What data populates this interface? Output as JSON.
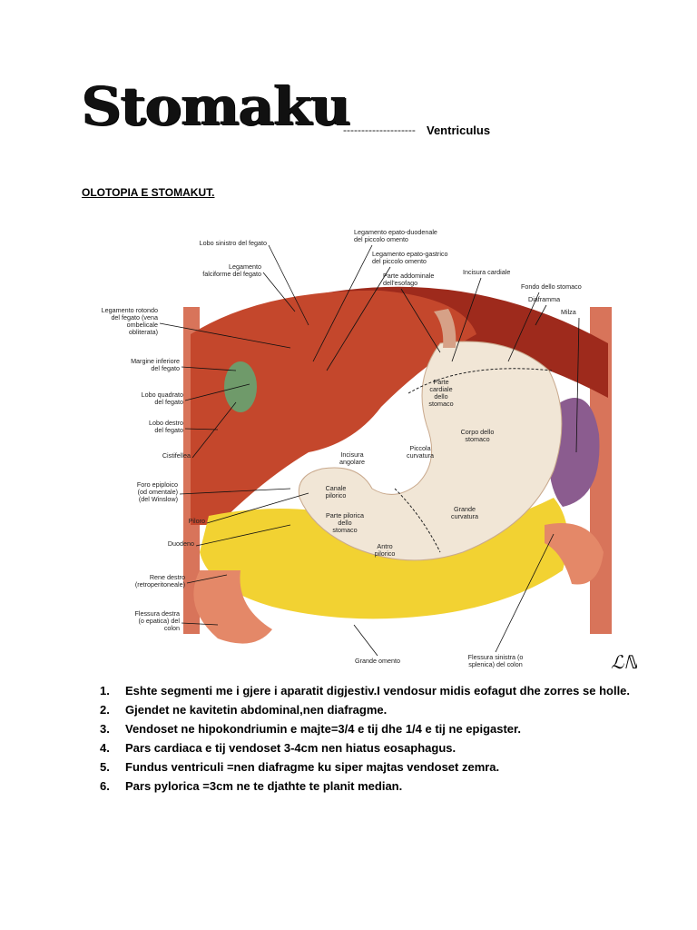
{
  "title": "Stomaku",
  "dashes": "--------------------",
  "subtitle": "Ventriculus",
  "section_heading": "OLOTOPIA E STOMAKUT.",
  "figure": {
    "labels_left": [
      [
        "Lobo sinistro del fegato"
      ],
      [
        "Legamento",
        "falciforme del fegato"
      ],
      [
        "Legamento rotondo",
        "del fegato (vena",
        "ombelicale",
        "obliterata)"
      ],
      [
        "Margine inferiore",
        "del fegato"
      ],
      [
        "Lobo quadrato",
        "del fegato"
      ],
      [
        "Lobo destro",
        "del fegato"
      ],
      [
        "Cistifellea"
      ],
      [
        "Foro epiploico",
        "(od omentale)",
        "(del Winslow)"
      ],
      [
        "Piloro"
      ],
      [
        "Duodeno"
      ],
      [
        "Rene destro",
        "(retroperitoneale)"
      ],
      [
        "Flessura destra",
        "(o epatica) del",
        "colon"
      ]
    ],
    "labels_top": [
      [
        "Legamento epato-duodenale",
        "del piccolo omento"
      ],
      [
        "Legamento epato-gastrico",
        "del piccolo omento"
      ],
      [
        "Parte addominale",
        "dell'esofago"
      ],
      [
        "Incisura cardiale"
      ],
      [
        "Fondo dello stomaco"
      ],
      [
        "Diaframma"
      ],
      [
        "Milza"
      ]
    ],
    "labels_inner": [
      [
        "Parte",
        "cardiale",
        "dello",
        "stomaco"
      ],
      [
        "Corpo dello",
        "stomaco"
      ],
      [
        "Incisura",
        "angolare"
      ],
      [
        "Piccola",
        "curvatura"
      ],
      [
        "Canale",
        "pilorico"
      ],
      [
        "Parte pilorica",
        "dello",
        "stomaco"
      ],
      [
        "Antro",
        "pilorico"
      ],
      [
        "Grande",
        "curvatura"
      ]
    ],
    "labels_bottom": [
      [
        "Grande omento"
      ],
      [
        "Flessura sinistra (o",
        "splenica) del colon"
      ]
    ],
    "colors": {
      "liver": "#c4472c",
      "stomach": "#f1e6d6",
      "omentum": "#f2d232",
      "gallbladder": "#6f9a6a",
      "spleen": "#8b5c8f",
      "colon": "#e48868"
    }
  },
  "list": [
    {
      "num": "1.",
      "text": "Eshte segmenti me i gjere i aparatit digjestiv.I vendosur midis eofagut dhe zorres se holle."
    },
    {
      "num": "2.",
      "text": "Gjendet ne kavitetin abdominal,nen diafragme."
    },
    {
      "num": "3.",
      "text": "Vendoset ne hipokondriumin e majte=3/4 e tij dhe 1/4 e tij ne epigaster."
    },
    {
      "num": "4.",
      "text": "Pars cardiaca e tij vendoset 3-4cm nen hiatus eosaphagus."
    },
    {
      "num": "5.",
      "text": "Fundus ventriculi =nen diafragme ku siper majtas vendoset zemra."
    },
    {
      "num": "6.",
      "text": "Pars pylorica =3cm ne te djathte te planit median."
    }
  ]
}
